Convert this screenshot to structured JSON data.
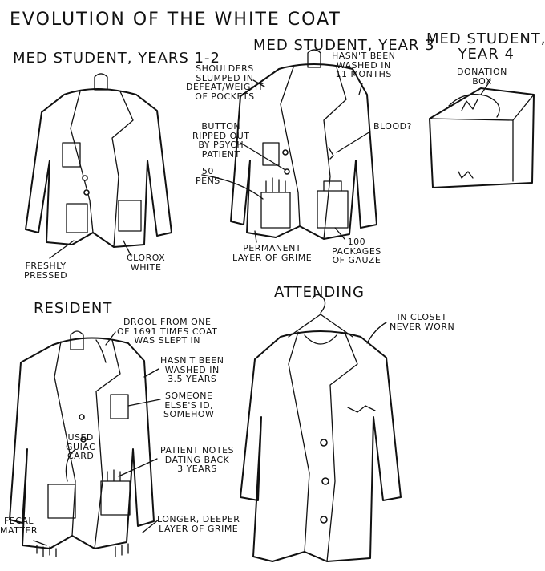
{
  "title": "EVOLUTION OF THE WHITE COAT",
  "panels": {
    "y12": {
      "heading": "MED STUDENT, YEARS 1-2",
      "labels": {
        "pressed": "FRESHLY\nPRESSED",
        "clorox": "CLOROX\nWHITE"
      }
    },
    "y3": {
      "heading": "MED STUDENT, YEAR 3",
      "labels": {
        "shoulders": "SHOULDERS\nSLUMPED IN\nDEFEAT/WEIGHT\nOF POCKETS",
        "washed": "HASN'T BEEN\nWASHED IN\n11 MONTHS",
        "button": "BUTTON\nRIPPED OUT\nBY PSYCH\nPATIENT",
        "blood": "BLOOD?",
        "pens": "50\nPENS",
        "grime": "PERMANENT\nLAYER OF GRIME",
        "gauze": "100\nPACKAGES\nOF GAUZE"
      }
    },
    "y4": {
      "heading": "MED STUDENT,\nYEAR 4",
      "labels": {
        "box": "DONATION\nBOX"
      }
    },
    "resident": {
      "heading": "RESIDENT",
      "labels": {
        "drool": "DROOL FROM ONE\nOF 1691 TIMES COAT\nWAS SLEPT IN",
        "washed": "HASN'T BEEN\nWASHED IN\n3.5 YEARS",
        "id": "SOMEONE\nELSE'S ID,\nSOMEHOW",
        "guiac": "USED\nGUIAC\nCARD",
        "notes": "PATIENT NOTES\nDATING BACK\n3 YEARS",
        "fecal": "FECAL\nMATTER",
        "grime": "LONGER, DEEPER\nLAYER OF GRIME"
      }
    },
    "attending": {
      "heading": "ATTENDING",
      "labels": {
        "closet": "IN CLOSET\nNEVER WORN"
      }
    }
  }
}
